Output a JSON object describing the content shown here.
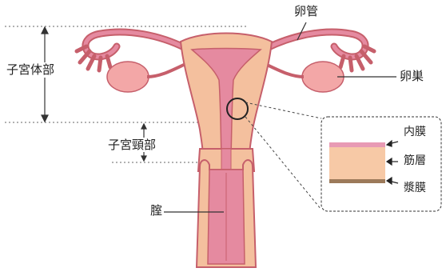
{
  "labels": {
    "fallopian_tube": "卵管",
    "ovary": "卵巣",
    "uterine_body": "子宮体部",
    "cervix": "子宮頸部",
    "vagina": "腟"
  },
  "inset": {
    "endometrium": "内膜",
    "myometrium": "筋層",
    "serosa": "漿膜",
    "colors": {
      "endometrium": "#e89ab4",
      "myometrium": "#f7c9a6",
      "serosa": "#9c7a5a"
    }
  },
  "colors": {
    "outer_tissue": "#f4c09e",
    "inner_tissue": "#e58aa0",
    "outline": "#c65f6b",
    "ovary": "#f3a7a7",
    "lines": "#333333"
  }
}
